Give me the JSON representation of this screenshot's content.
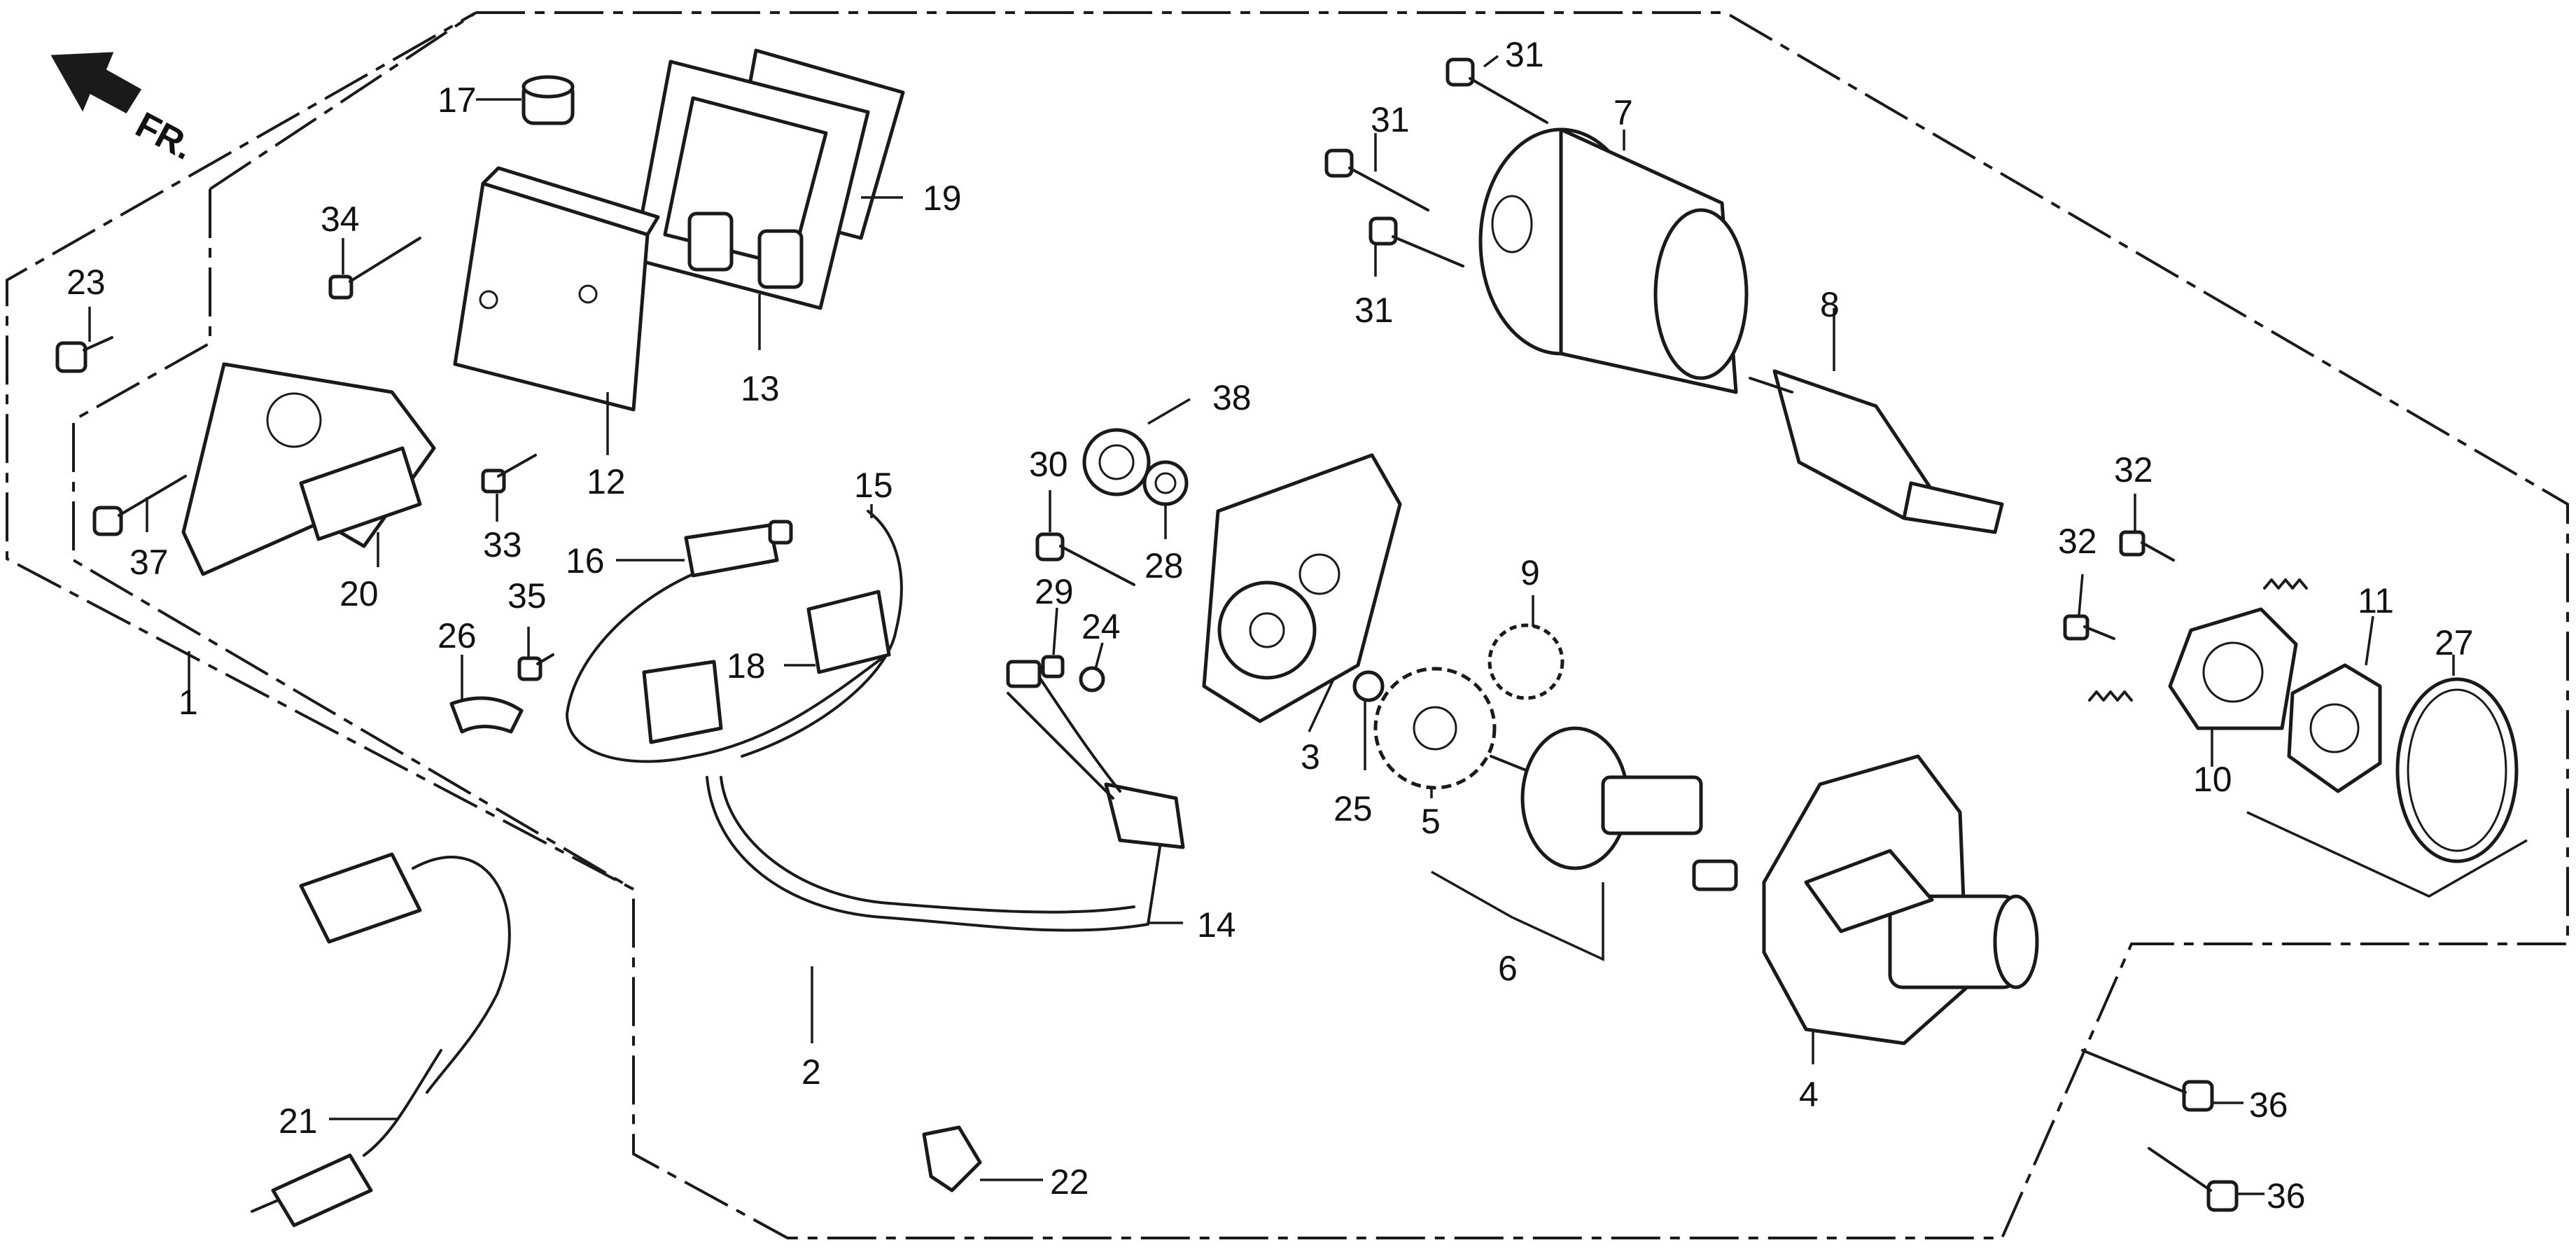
{
  "direction_label": "FR.",
  "callouts": {
    "c1": "1",
    "c2": "2",
    "c3": "3",
    "c4": "4",
    "c5": "5",
    "c6": "6",
    "c7": "7",
    "c8": "8",
    "c9": "9",
    "c10": "10",
    "c11": "11",
    "c12": "12",
    "c13": "13",
    "c14": "14",
    "c15": "15",
    "c16": "16",
    "c17": "17",
    "c18": "18",
    "c19": "19",
    "c20": "20",
    "c21": "21",
    "c22": "22",
    "c23": "23",
    "c24": "24",
    "c25": "25",
    "c26": "26",
    "c27": "27",
    "c28": "28",
    "c29": "29",
    "c30": "30",
    "c31a": "31",
    "c31b": "31",
    "c31c": "31",
    "c32a": "32",
    "c32b": "32",
    "c33": "33",
    "c34": "34",
    "c35": "35",
    "c36a": "36",
    "c36b": "36",
    "c37": "37",
    "c38": "38"
  }
}
